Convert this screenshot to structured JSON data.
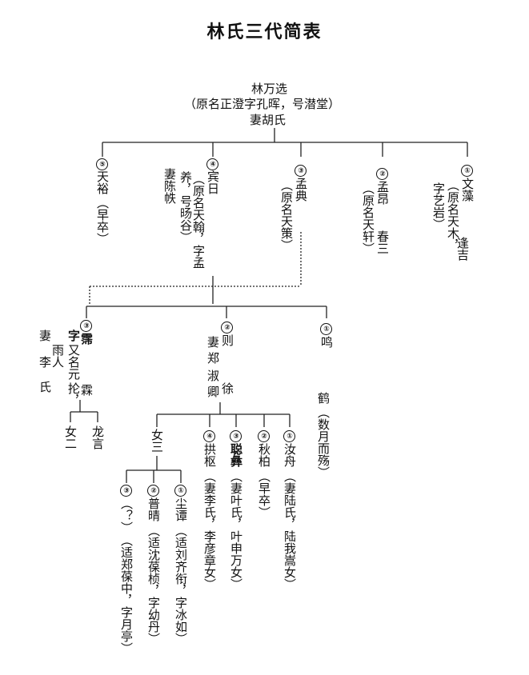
{
  "title": "林氏三代简表",
  "root": {
    "name": "林万选",
    "alias": "（原名正澄字孔晖，号潜堂）",
    "wife": "妻胡氏"
  },
  "gen2": [
    {
      "num": "⑤",
      "name": "天裕",
      "cols": [
        "（早卒）"
      ]
    },
    {
      "num": "④",
      "name": "宾日",
      "cols": [
        "（原名天翰，字孟",
        "养，号旸谷）",
        "妻陈帙"
      ]
    },
    {
      "num": "③",
      "name": "孟典",
      "cols": [
        "（原名天策）"
      ]
    },
    {
      "num": "②",
      "name": "孟昂",
      "cols": [
        "（原名天轩）",
        "春三"
      ]
    },
    {
      "num": "①",
      "name": "文藻",
      "cols": [
        "（原名天木，",
        "字艺岩）",
        "逢吉"
      ]
    }
  ],
  "gen3": [
    {
      "num": "③",
      "name": "霈",
      "cols": [
        "字",
        "又名元",
        "雨人",
        "抡，",
        "霖",
        "）"
      ],
      "wife": [
        "妻",
        "李",
        "氏"
      ]
    },
    {
      "num": "②",
      "name": "则",
      "wife": [
        "妻",
        "郑",
        "淑",
        "卿",
        "徐"
      ]
    },
    {
      "num": "①",
      "name": "鸣"
    }
  ],
  "gen3_extra": {
    "name": "鹤",
    "note": "（数月而殇）"
  },
  "gen4_left": [
    {
      "name": "女二"
    },
    {
      "name": "龙言"
    }
  ],
  "gen4_mid": [
    {
      "num": "",
      "name": "女三"
    },
    {
      "num": "④",
      "name": "拱枢",
      "note": "（妻李氏，李彦章女）"
    },
    {
      "num": "③",
      "name": "聪彝",
      "note": "（妻叶氏，叶申万女）"
    },
    {
      "num": "②",
      "name": "秋柏",
      "note": "（早卒）"
    },
    {
      "num": "①",
      "name": "汝舟",
      "note": "（妻陆氏，陆我嵩女）"
    }
  ],
  "gen5": [
    {
      "num": "③",
      "name": "（？）",
      "note": "（适郑葆中，字月亭）"
    },
    {
      "num": "②",
      "name": "普晴",
      "note": "（适沈葆桢，字幼丹）"
    },
    {
      "num": "①",
      "name": "尘谭",
      "note": "（适刘齐衔，字冰如）"
    }
  ]
}
